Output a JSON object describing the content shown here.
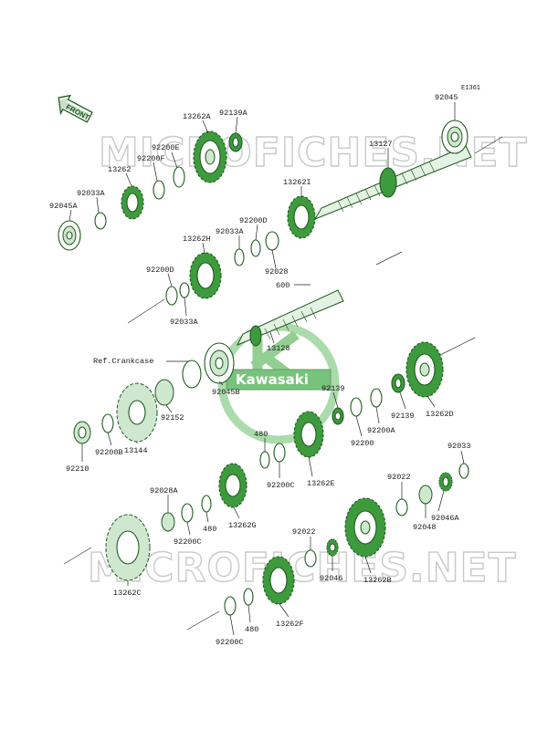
{
  "diagram": {
    "code": "E1361",
    "front_label": "FRONT",
    "watermark": "MICROFICHES.NET",
    "logo_text": "Kawasaki"
  },
  "labels": {
    "p92045": "92045",
    "p13127": "13127",
    "p13262A": "13262A",
    "p92139A": "92139A",
    "p92200E": "92200E",
    "p92200F": "92200F",
    "p13262": "13262",
    "p92033A_top": "92033A",
    "p92045A": "92045A",
    "p13262I": "13262I",
    "p92200D_top": "92200D",
    "p92033A_mid": "92033A",
    "p13262H": "13262H",
    "p92028": "92028",
    "p600": "600",
    "p92200D_left": "92200D",
    "p92033A_low": "92033A",
    "p13128": "13128",
    "ref_crankcase": "Ref.Crankcase",
    "p92045B": "92045B",
    "p92152": "92152",
    "p92139_left": "92139",
    "p92139_right": "92139",
    "p92200A": "92200A",
    "p92200": "92200",
    "p13262D": "13262D",
    "p480_a": "480",
    "p92200C_a": "92200C",
    "p13262E": "13262E",
    "p92200B": "92200B",
    "p13144": "13144",
    "p92210": "92210",
    "p92033": "92033",
    "p92022_r": "92022",
    "p92046A": "92046A",
    "p92048": "92048",
    "p92028A": "92028A",
    "p92200C_b": "92200C",
    "p480_b": "480",
    "p13262G": "13262G",
    "p92022_c": "92022",
    "p92046": "92046",
    "p13262B": "13262B",
    "p13262C": "13262C",
    "p13262F": "13262F",
    "p480_c": "480",
    "p92200C_c": "92200C"
  }
}
